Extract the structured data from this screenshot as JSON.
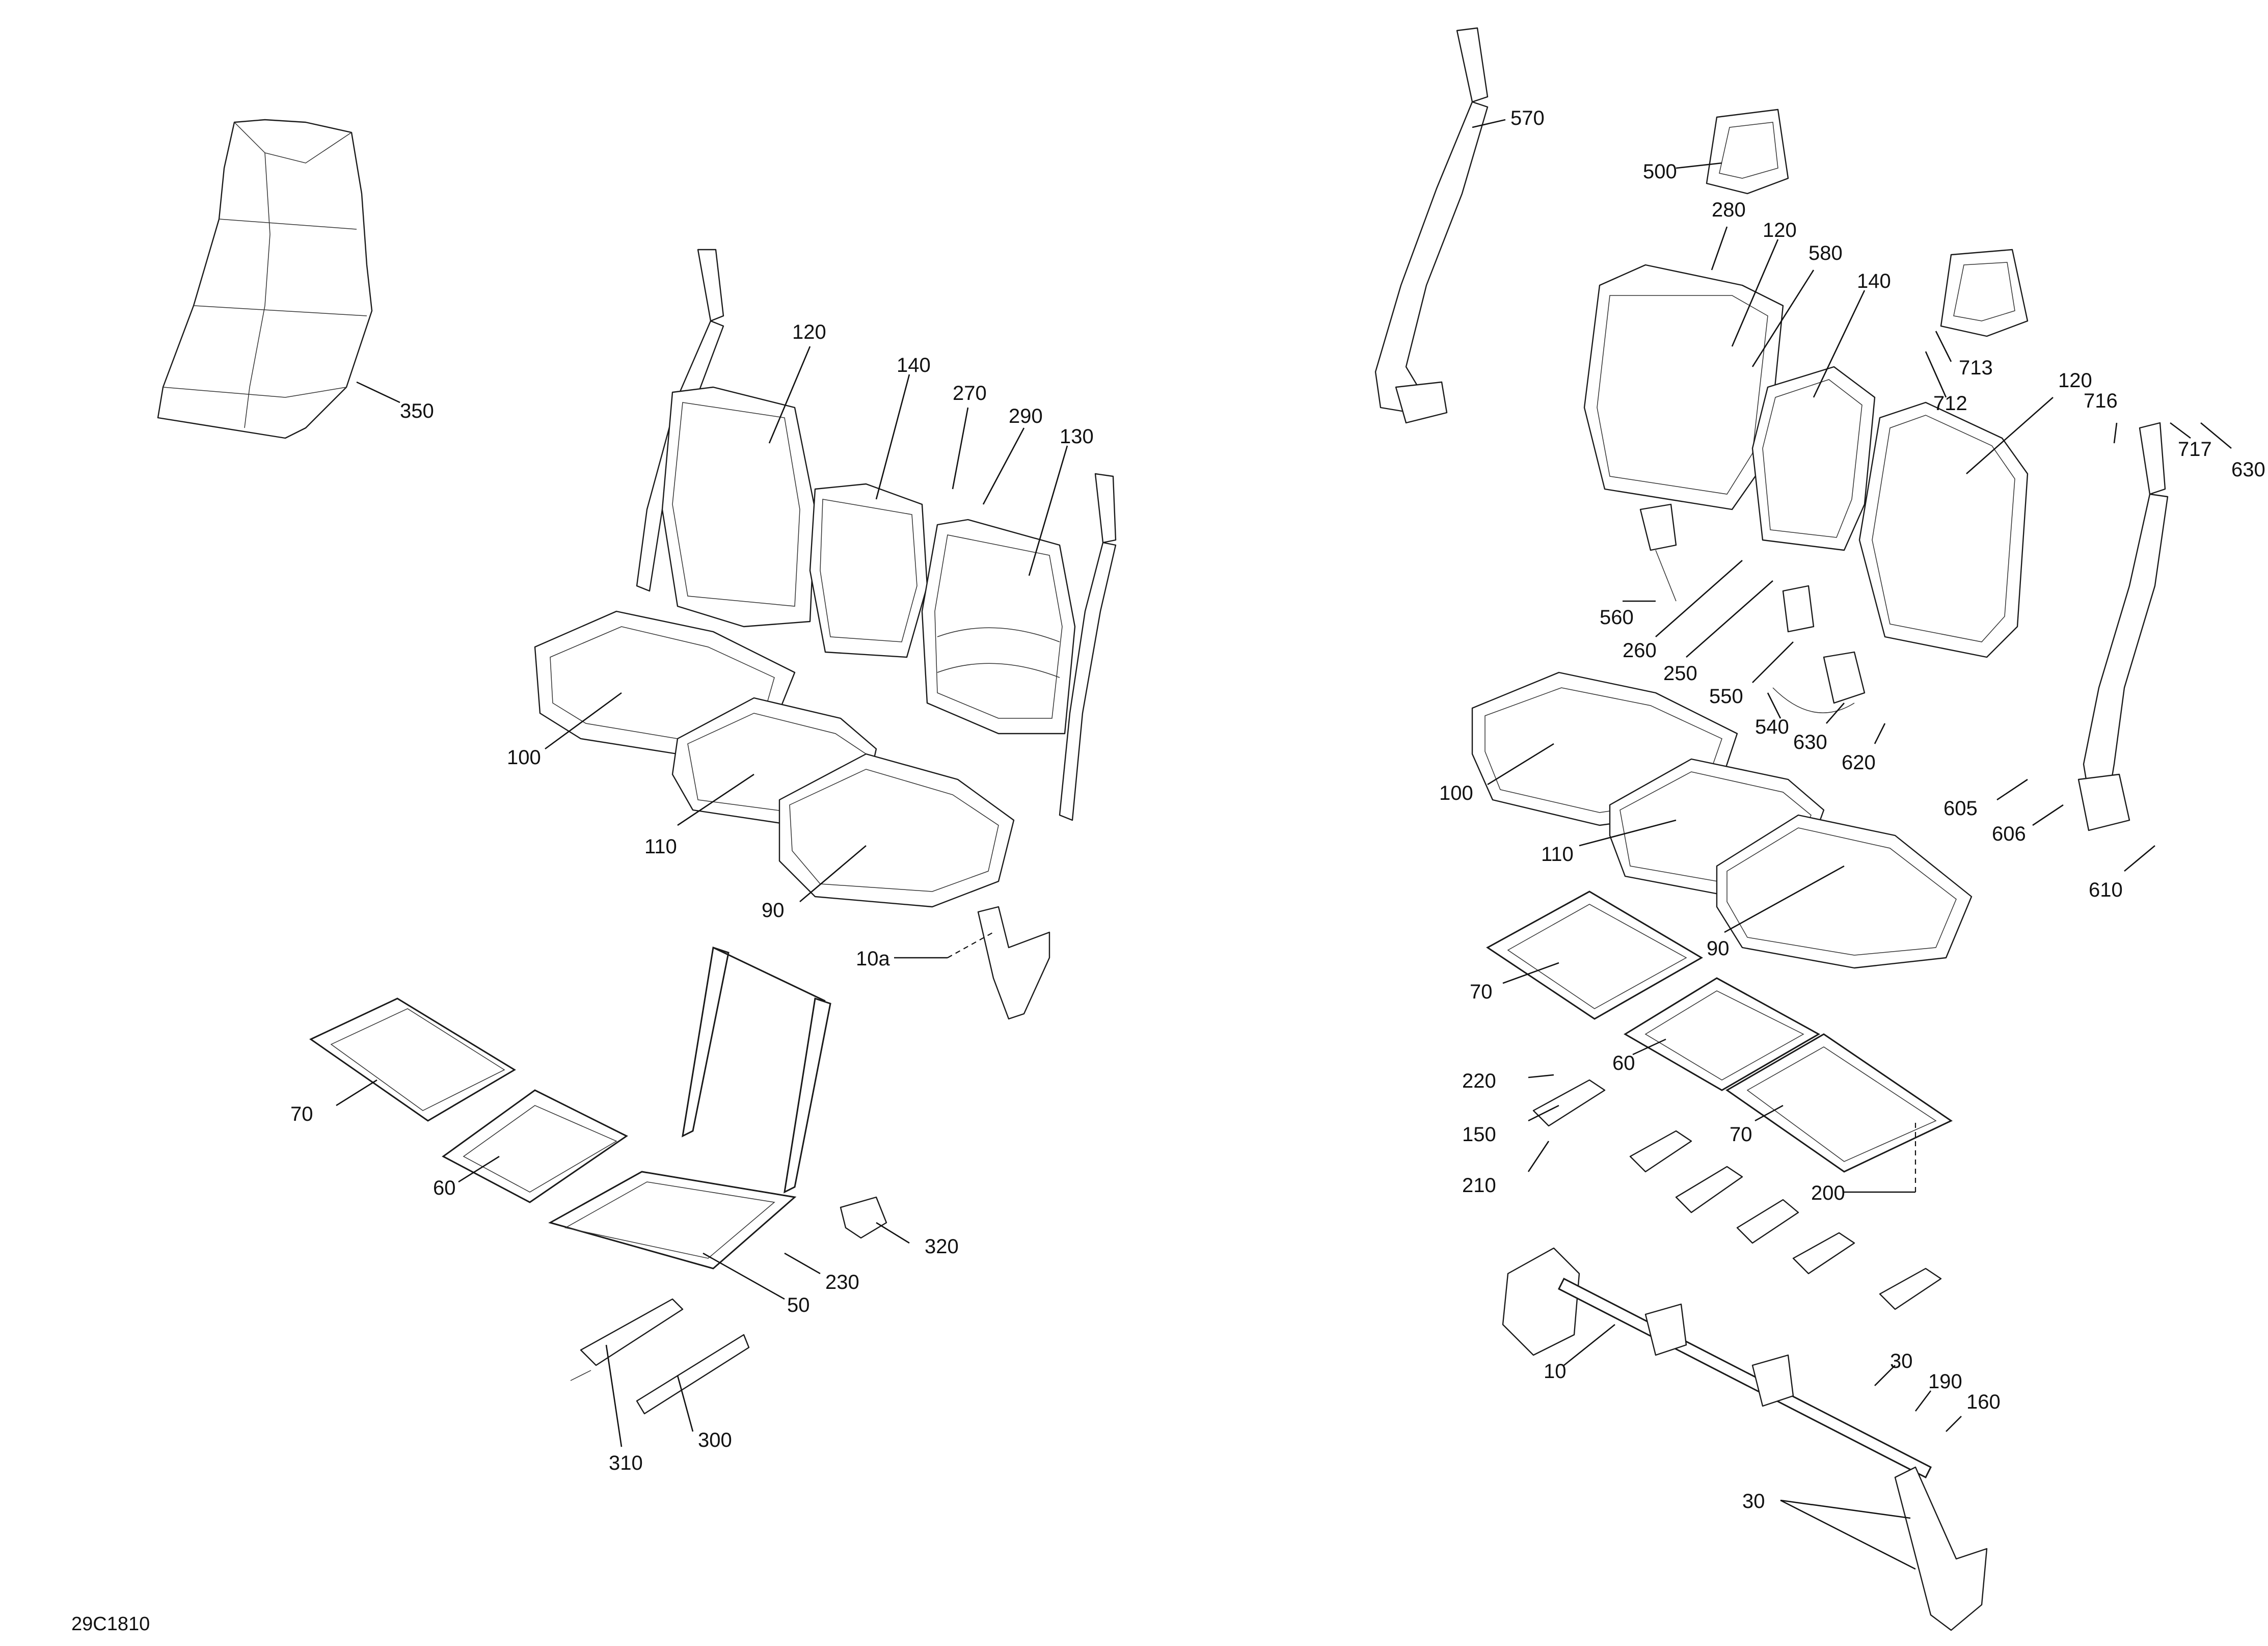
{
  "drawing": {
    "reference": "29C1810",
    "colors": {
      "line": "#1a1a1a",
      "background": "#ffffff"
    }
  },
  "left_view": {
    "callouts": [
      "350",
      "120",
      "140",
      "270",
      "290",
      "130",
      "100",
      "110",
      "90",
      "10a",
      "70",
      "60",
      "50",
      "230",
      "320",
      "310",
      "300"
    ]
  },
  "right_view": {
    "callouts": [
      "570",
      "500",
      "280",
      "120",
      "580",
      "140",
      "713",
      "712",
      "120",
      "716",
      "717",
      "630",
      "560",
      "260",
      "250",
      "550",
      "540",
      "630",
      "620",
      "605",
      "606",
      "610",
      "100",
      "110",
      "90",
      "70",
      "60",
      "220",
      "150",
      "70",
      "210",
      "200",
      "10",
      "30",
      "190",
      "160",
      "30"
    ]
  }
}
